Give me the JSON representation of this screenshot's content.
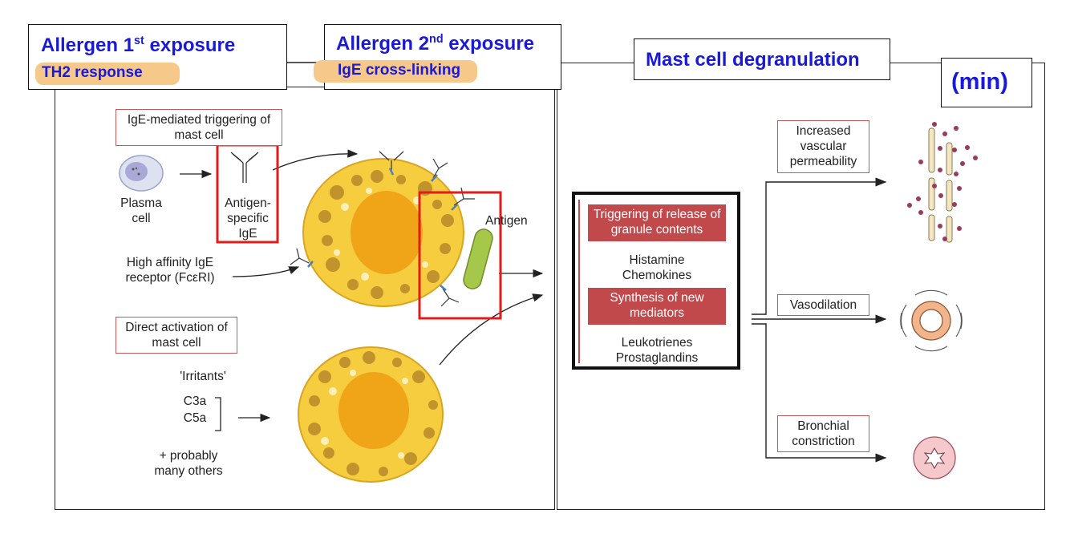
{
  "headers": {
    "first_exposure": {
      "title_main": "Allergen 1",
      "title_sup": "st",
      "title_rest": " exposure",
      "subtitle": "TH2 response"
    },
    "second_exposure": {
      "title_main": "Allergen 2",
      "title_sup": "nd",
      "title_rest": " exposure",
      "subtitle": "IgE cross-linking"
    },
    "degranulation": {
      "title": "Mast cell degranulation"
    },
    "timescale": {
      "label": "(min)"
    }
  },
  "left_panel": {
    "ige_box": "IgE-mediated triggering\nof mast cell",
    "plasma_cell": "Plasma\ncell",
    "antigen_specific_ige": "Antigen-\nspecific\nIgE",
    "antigen": "Antigen",
    "high_affinity_receptor": "High affinity IgE\nreceptor (FcεRI)",
    "direct_box": "Direct activation\nof mast cell",
    "irritants": "'Irritants'",
    "c3a": "C3a",
    "c5a": "C5a",
    "others": "+ probably\nmany others"
  },
  "center_box": {
    "release_title": "Triggering of release\nof granule contents",
    "release_items": "Histamine\nChemokines",
    "synthesis_title": "Synthesis of new\nmediators",
    "synthesis_items": "Leukotrienes\nProstaglandins"
  },
  "effects": {
    "permeability": "Increased\nvascular\npermeability",
    "vasodilation": "Vasodilation",
    "bronchial": "Bronchial\nconstriction"
  }
}
